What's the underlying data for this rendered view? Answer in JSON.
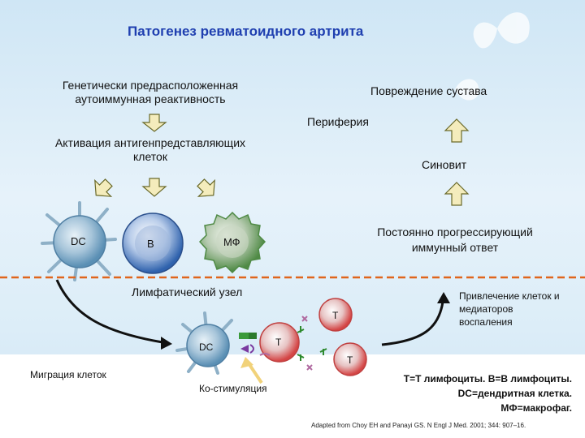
{
  "title": "Патогенез ревматоидного артрита",
  "left_top": {
    "line1": "Генетически предрасположенная",
    "line2": "аутоиммунная реактивность"
  },
  "activation": {
    "line1": "Активация антигенпредставляющих",
    "line2": "клеток"
  },
  "right_top": {
    "joint_damage": "Повреждение сустава",
    "periphery": "Периферия",
    "synovitis": "Синовит",
    "progressive_line1": "Постоянно прогрессирующий",
    "progressive_line2": "иммунный ответ"
  },
  "cells": {
    "dc": "DC",
    "b": "B",
    "mf": "МФ",
    "t": "T"
  },
  "lymph_node": "Лимфатический узел",
  "recruitment": {
    "line1": "Привлечение клеток и",
    "line2": "медиаторов",
    "line3": "воспаления"
  },
  "migration": "Миграция клеток",
  "costimulation": "Ко-стимуляция",
  "legend": {
    "line1": "T=T лимфоциты. B=B лимфоциты.",
    "line2": "DC=дендритная клетка.",
    "line3": "МФ=макрофаг."
  },
  "citation": "Adapted from Choy EH and Panayi GS. N Engl J Med. 2001; 344: 907–16.",
  "colors": {
    "title": "#1f3fb0",
    "arrow_fill": "#f4ecbc",
    "arrow_stroke": "#6a6a2a",
    "dc": "#5a8fb4",
    "b": "#2f62ad",
    "mf": "#4f8a45",
    "t": "#d44545",
    "divider": "#e0651c"
  }
}
